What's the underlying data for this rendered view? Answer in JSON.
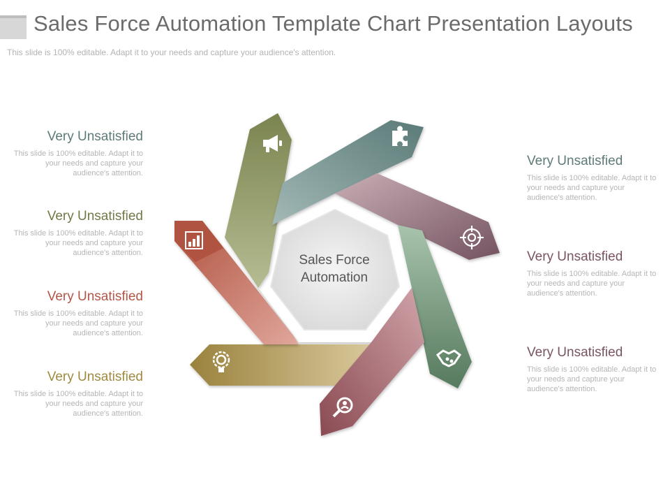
{
  "header": {
    "title": "Sales Force Automation Template Chart Presentation Layouts",
    "subtitle": "This slide is 100% editable. Adapt it to your needs and capture your audience's attention."
  },
  "center": {
    "line1": "Sales Force",
    "line2": "Automation"
  },
  "left_items": [
    {
      "heading": "Very Unsatisfied",
      "text": "This slide is 100% editable. Adapt it to your needs and capture your audience's attention.",
      "color": "#5d7b79"
    },
    {
      "heading": "Very Unsatisfied",
      "text": "This slide is 100% editable. Adapt it to your needs and capture your audience's attention.",
      "color": "#6f7a48"
    },
    {
      "heading": "Very Unsatisfied",
      "text": "This slide is 100% editable. Adapt it to your needs and capture your audience's attention.",
      "color": "#b25648"
    },
    {
      "heading": "Very Unsatisfied",
      "text": "This slide is 100% editable. Adapt it to your needs and capture your audience's attention.",
      "color": "#a08a40"
    }
  ],
  "right_items": [
    {
      "heading": "Very Unsatisfied",
      "text": "This slide is 100% editable. Adapt it to your needs and capture your audience's attention.",
      "color": "#5d7b79"
    },
    {
      "heading": "Very Unsatisfied",
      "text": "This slide is 100% editable. Adapt it to your needs and capture your audience's attention.",
      "color": "#7a5560"
    },
    {
      "heading": "Very Unsatisfied",
      "text": "This slide is 100% editable. Adapt it to your needs and capture your audience's attention.",
      "color": "#7a5560"
    }
  ],
  "arrows": [
    {
      "name": "olive",
      "icon": "megaphone-icon",
      "color": "#7c8654"
    },
    {
      "name": "teal",
      "icon": "puzzle-icon",
      "color": "#5f7e7c"
    },
    {
      "name": "mauve",
      "icon": "target-icon",
      "color": "#7c5b66"
    },
    {
      "name": "green",
      "icon": "handshake-icon",
      "color": "#5f8066"
    },
    {
      "name": "rose",
      "icon": "search-person-icon",
      "color": "#8f4f55"
    },
    {
      "name": "gold",
      "icon": "lightbulb-icon",
      "color": "#9c8440"
    },
    {
      "name": "red",
      "icon": "bar-chart-icon",
      "color": "#ae5445"
    }
  ]
}
